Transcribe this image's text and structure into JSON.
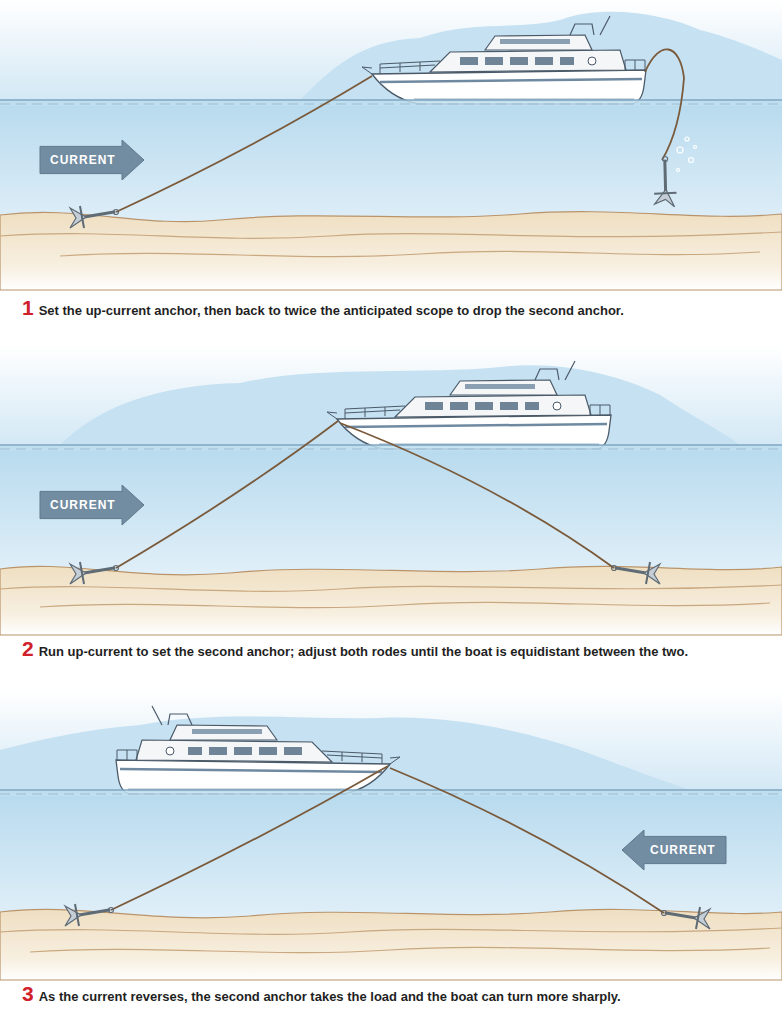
{
  "diagram": {
    "nodes": [
      {
        "text": [
          "CURRENT"
        ]
      },
      {
        "text": [
          "CURRENT"
        ]
      },
      {
        "text": [
          "CURRENT"
        ]
      }
    ],
    "labels": [
      "1",
      "Set the up-current anchor, then back to twice the anticipated scope to drop the second anchor.",
      "2",
      "Run up-current to set the second anchor; adjust both rodes until the boat is equidistant between the two.",
      "3",
      "As the current reverses, the second anchor takes the load and the boat can turn more sharply."
    ]
  }
}
